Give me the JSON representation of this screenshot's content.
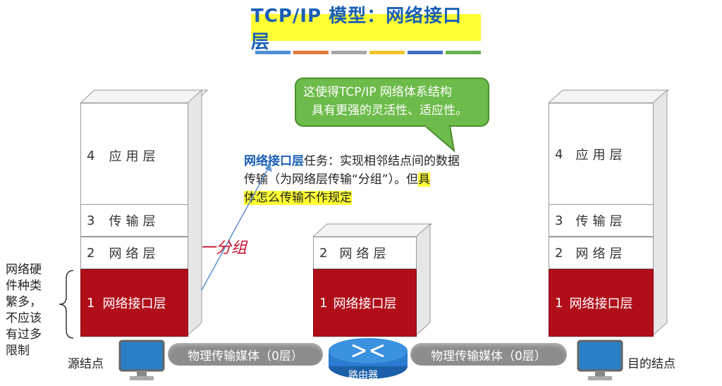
{
  "title": "TCP/IP 模型：网络接口层",
  "strip_colors": [
    "#4f8fd6",
    "#e07a3a",
    "#a6a6a6",
    "#f2c229",
    "#3f6cc4",
    "#6ab04c"
  ],
  "left_stack": {
    "layers": [
      {
        "num": "4",
        "label": "应用层"
      },
      {
        "num": "3",
        "label": "传输层"
      },
      {
        "num": "2",
        "label": "网络层"
      },
      {
        "num": "1",
        "label": "网络接口层"
      }
    ]
  },
  "middle_stack": {
    "layers": [
      {
        "num": "2",
        "label": "网络层"
      },
      {
        "num": "1",
        "label": "网络接口层"
      }
    ]
  },
  "right_stack": {
    "layers": [
      {
        "num": "4",
        "label": "应用层"
      },
      {
        "num": "3",
        "label": "传输层"
      },
      {
        "num": "2",
        "label": "网络层"
      },
      {
        "num": "1",
        "label": "网络接口层"
      }
    ]
  },
  "bubble": {
    "line1": "这使得TCP/IP 网络体系结构",
    "line2": "具有更强的灵活性、适应性。"
  },
  "task_note": {
    "bold": "网络接口层",
    "rest1": "任务：实现相邻结点间的数据",
    "line2a": "传输（为网络层传输“分组”）。但",
    "line2b": "具",
    "line3": "体怎么传输不作规定"
  },
  "handwriting": "一分组",
  "left_note": [
    "网络硬",
    "件种类",
    "繁多，",
    "不应该",
    "有过多",
    "限制"
  ],
  "source_label": "源结点",
  "dest_label": "目的结点",
  "router_label": "路由器",
  "pipe_left": "物理传输媒体（0层）",
  "pipe_right": "物理传输媒体（0层）",
  "colors": {
    "red": "#b00f1a",
    "green": "#6dbb4a",
    "title_bg": "#ffff33",
    "title_fg": "#1a5fb4"
  }
}
